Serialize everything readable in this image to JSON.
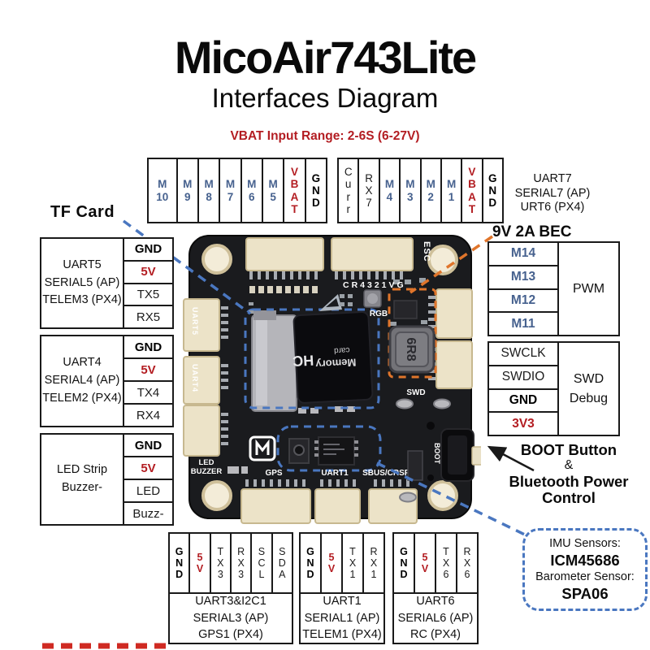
{
  "header": {
    "title": "MicoAir743Lite",
    "subtitle": "Interfaces Diagram",
    "vbat_range": "VBAT Input Range: 2-6S (6-27V)"
  },
  "colors": {
    "accent_red": "#b31d22",
    "pin_blue": "#46618e",
    "annotation_blue": "#4a77c0",
    "annotation_orange": "#e0752b"
  },
  "top_pin_rows": {
    "left": [
      {
        "text": "M\n10",
        "style": "m",
        "wide": true
      },
      {
        "text": "M\n9",
        "style": "m"
      },
      {
        "text": "M\n8",
        "style": "m"
      },
      {
        "text": "M\n7",
        "style": "m"
      },
      {
        "text": "M\n6",
        "style": "m"
      },
      {
        "text": "M\n5",
        "style": "m"
      },
      {
        "text": "V\nB\nA\nT",
        "style": "vbat"
      },
      {
        "text": "G\nN\nD",
        "style": "gnd"
      }
    ],
    "right": [
      {
        "text": "C\nu\nr\nr",
        "style": "plain"
      },
      {
        "text": "R\nX\n7",
        "style": "plain"
      },
      {
        "text": "M\n4",
        "style": "m"
      },
      {
        "text": "M\n3",
        "style": "m"
      },
      {
        "text": "M\n2",
        "style": "m"
      },
      {
        "text": "M\n1",
        "style": "m"
      },
      {
        "text": "V\nB\nA\nT",
        "style": "vbat"
      },
      {
        "text": "G\nN\nD",
        "style": "gnd"
      }
    ]
  },
  "labels": {
    "uart7": "UART7\nSERIAL7 (AP)\nURT6 (PX4)",
    "tf_card": "TF Card",
    "bec": "9V 2A BEC",
    "boot_line1": "BOOT Button",
    "boot_amp": "&",
    "boot_line2": "Bluetooth Power",
    "boot_line3": "Control"
  },
  "left_tables": [
    {
      "label": "UART5\nSERIAL5 (AP)\nTELEM3 (PX4)",
      "rows": [
        {
          "text": "GND",
          "style": "gnd"
        },
        {
          "text": "5V",
          "style": "vbat"
        },
        {
          "text": "TX5",
          "style": "plain"
        },
        {
          "text": "RX5",
          "style": "plain"
        }
      ]
    },
    {
      "label": "UART4\nSERIAL4 (AP)\nTELEM2 (PX4)",
      "rows": [
        {
          "text": "GND",
          "style": "gnd"
        },
        {
          "text": "5V",
          "style": "vbat"
        },
        {
          "text": "TX4",
          "style": "plain"
        },
        {
          "text": "RX4",
          "style": "plain"
        }
      ]
    },
    {
      "label": "LED Strip\nBuzzer-",
      "rows": [
        {
          "text": "GND",
          "style": "gnd"
        },
        {
          "text": "5V",
          "style": "vbat"
        },
        {
          "text": "LED",
          "style": "plain"
        },
        {
          "text": "Buzz-",
          "style": "plain"
        }
      ]
    }
  ],
  "right_tables": [
    {
      "rows": [
        {
          "text": "M14",
          "style": "m"
        },
        {
          "text": "M13",
          "style": "m"
        },
        {
          "text": "M12",
          "style": "m"
        },
        {
          "text": "M11",
          "style": "m"
        }
      ],
      "side_label": "PWM"
    },
    {
      "rows": [
        {
          "text": "SWCLK",
          "style": "plain"
        },
        {
          "text": "SWDIO",
          "style": "plain"
        },
        {
          "text": "GND",
          "style": "gnd"
        },
        {
          "text": "3V3",
          "style": "vbat"
        }
      ],
      "side_label": "SWD\nDebug"
    }
  ],
  "imu_box": {
    "imu_title": "IMU Sensors:",
    "imu_value": "ICM45686",
    "baro_title": "Barometer Sensor:",
    "baro_value": "SPA06"
  },
  "bottom_tables": [
    {
      "cells": [
        {
          "text": "G\nN\nD",
          "style": "gnd"
        },
        {
          "text": "5\nV",
          "style": "vbat"
        },
        {
          "text": "T\nX\n3",
          "style": "plain"
        },
        {
          "text": "R\nX\n3",
          "style": "plain"
        },
        {
          "text": "S\nC\nL",
          "style": "plain"
        },
        {
          "text": "S\nD\nA",
          "style": "plain"
        }
      ],
      "desc": "UART3&I2C1\nSERIAL3 (AP)\nGPS1 (PX4)"
    },
    {
      "cells": [
        {
          "text": "G\nN\nD",
          "style": "gnd"
        },
        {
          "text": "5\nV",
          "style": "vbat"
        },
        {
          "text": "T\nX\n1",
          "style": "plain"
        },
        {
          "text": "R\nX\n1",
          "style": "plain"
        }
      ],
      "desc": "UART1\nSERIAL1 (AP)\nTELEM1 (PX4)"
    },
    {
      "cells": [
        {
          "text": "G\nN\nD",
          "style": "gnd"
        },
        {
          "text": "5\nV",
          "style": "vbat"
        },
        {
          "text": "T\nX\n6",
          "style": "plain"
        },
        {
          "text": "R\nX\n6",
          "style": "plain"
        }
      ],
      "desc": "UART6\nSERIAL6 (AP)\nRC (PX4)"
    }
  ],
  "pcb": {
    "labels": {
      "esc": "ESC",
      "marking": "CR4321VG",
      "rgb": "RGB",
      "uart5": "UART5",
      "uart4": "UART4",
      "led": "LED",
      "buzzer": "BUZZER",
      "gps": "GPS",
      "uart1": "UART1",
      "sbus": "SBUS/CRSF",
      "swd": "SWD",
      "boot": "BOOT",
      "inductor": "6R8",
      "memory_line1": "Memory",
      "memory_line2": "card",
      "hc": "HC"
    }
  }
}
